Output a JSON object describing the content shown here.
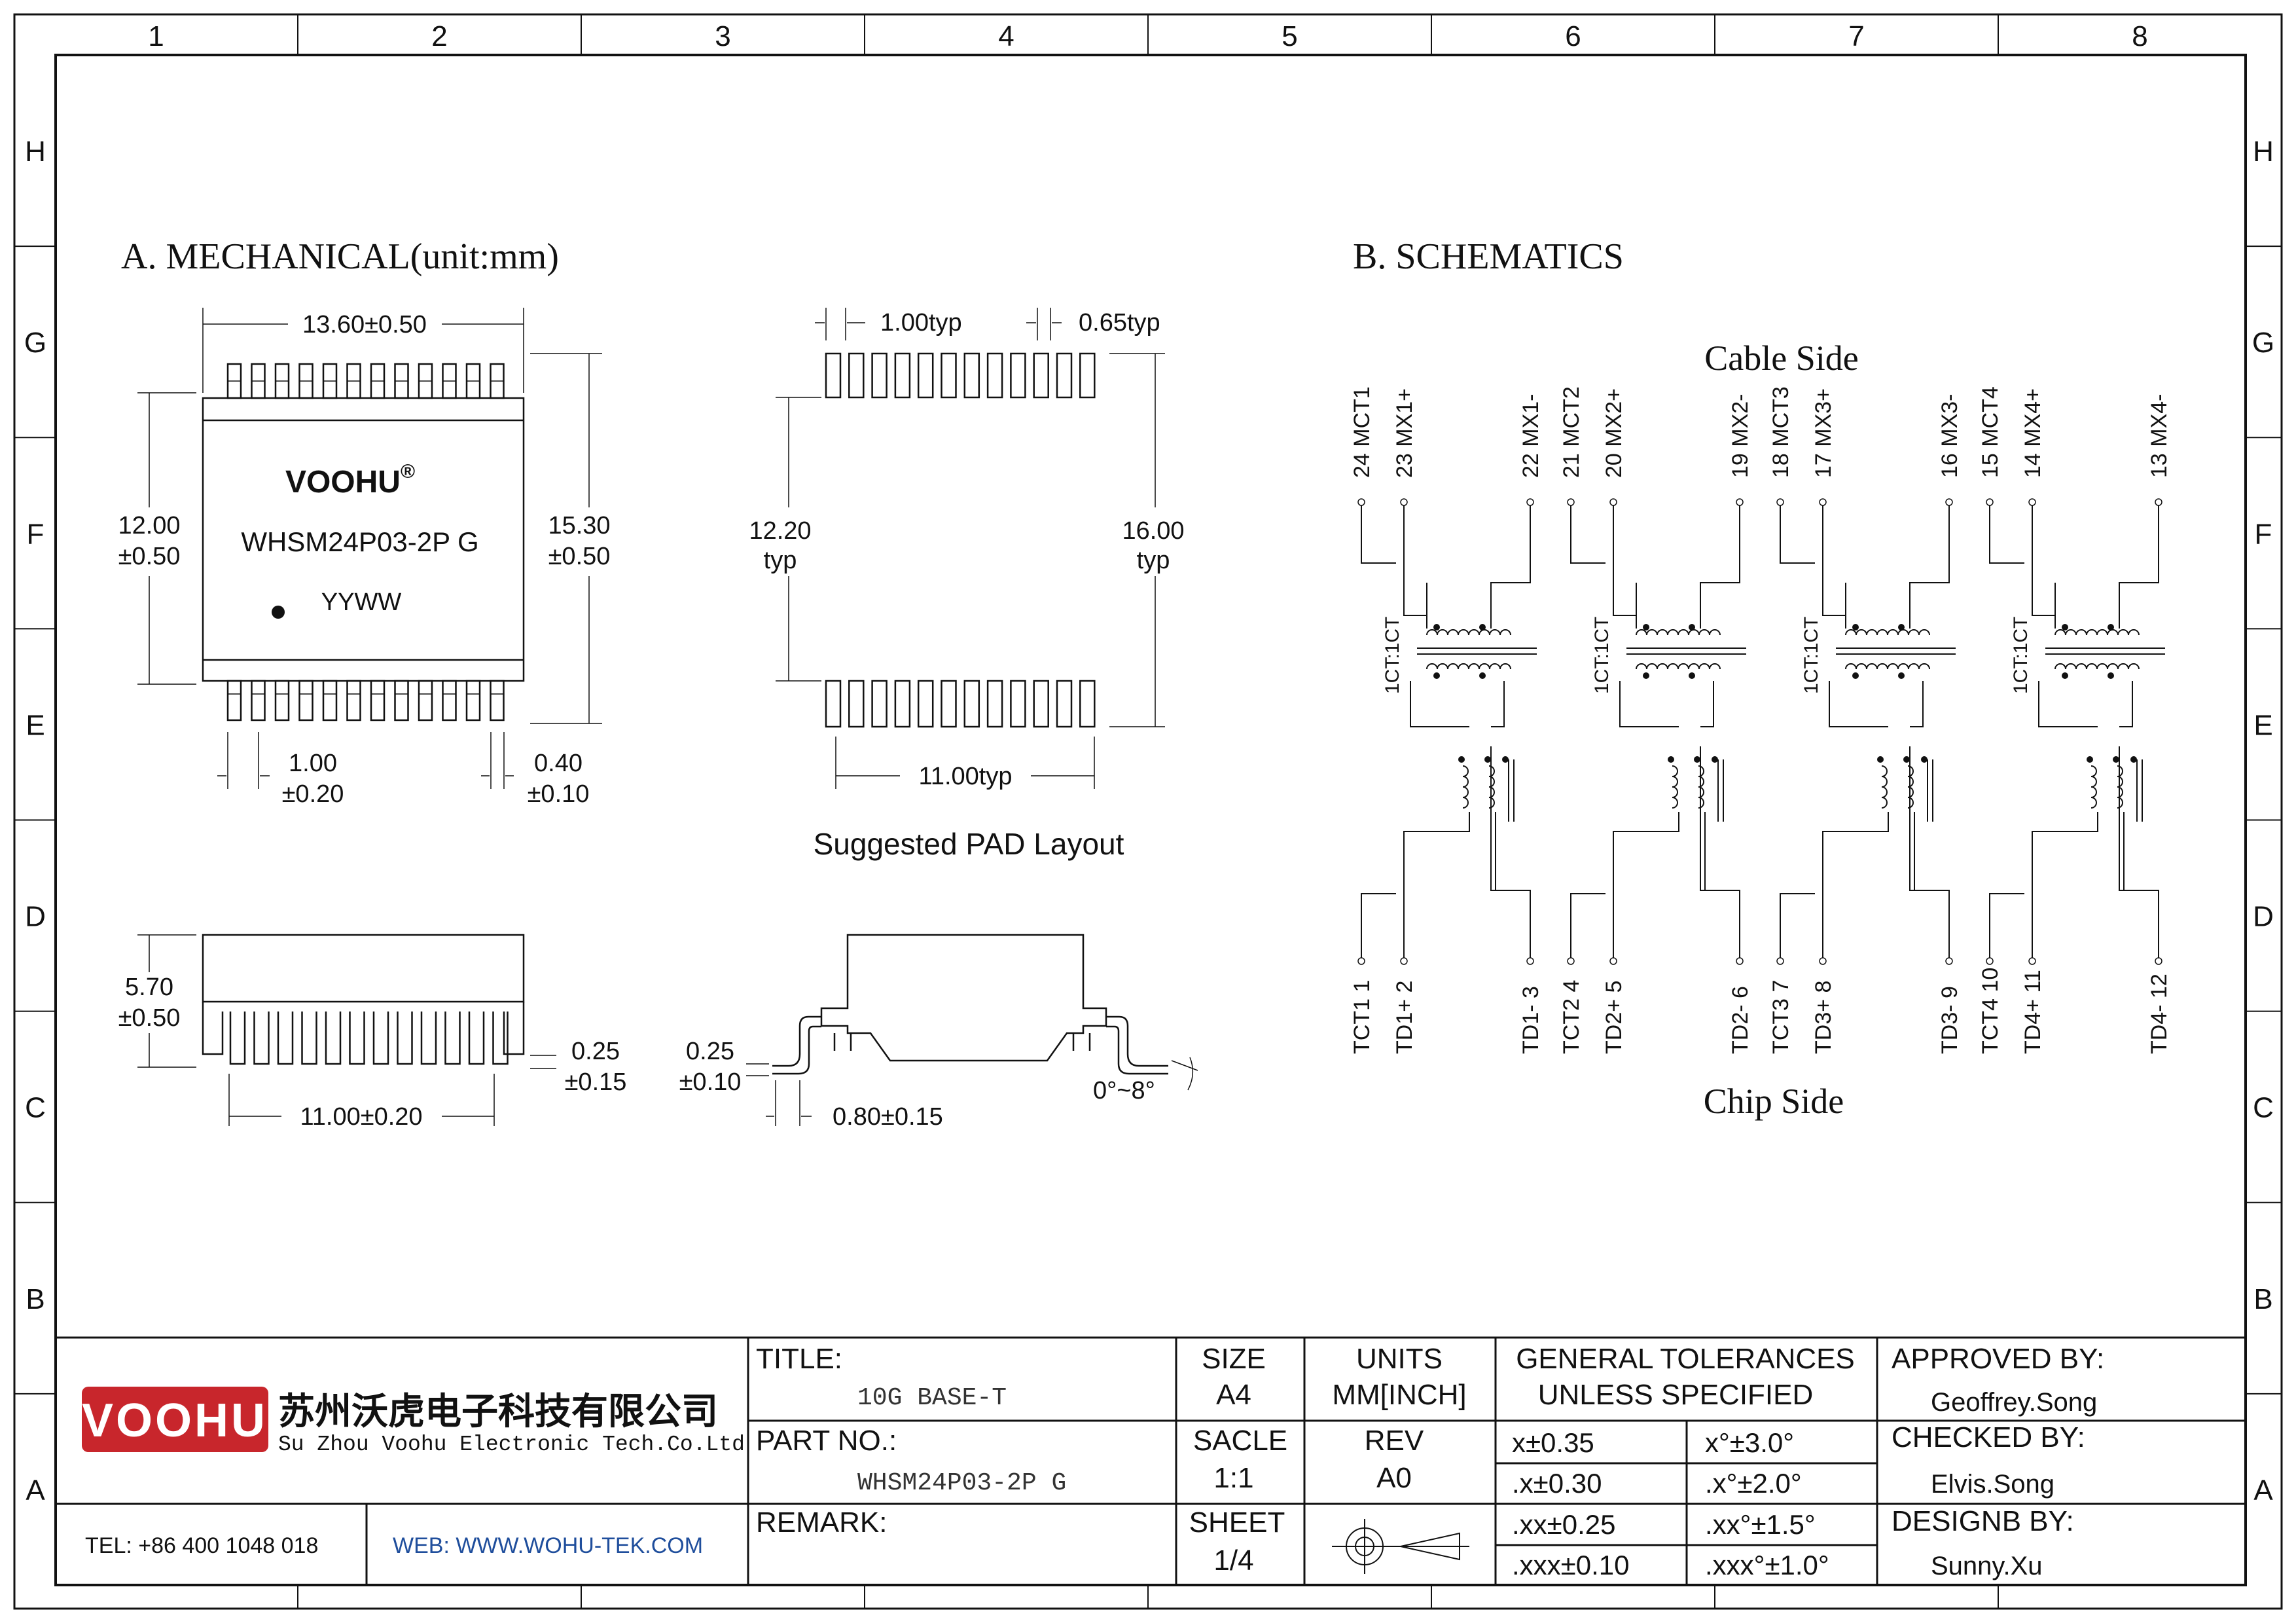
{
  "frame": {
    "columns": [
      "1",
      "2",
      "3",
      "4",
      "5",
      "6",
      "7",
      "8"
    ],
    "rows": [
      "H",
      "G",
      "F",
      "E",
      "D",
      "C",
      "B",
      "A"
    ]
  },
  "mechanical": {
    "heading": "A. MECHANICAL(unit:mm)",
    "top_width": "13.60±0.50",
    "height_left": [
      "12.00",
      "±0.50"
    ],
    "height_right": [
      "15.30",
      "±0.50"
    ],
    "pitch": [
      "1.00",
      "±0.20"
    ],
    "lead_width": [
      "0.40",
      "±0.10"
    ],
    "logo": "VOOHU",
    "logo_mark": "®",
    "part": "WHSM24P03-2P G",
    "date_code": "YYWW",
    "side_height": [
      "5.70",
      "±0.50"
    ],
    "side_lead": [
      "0.25",
      "±0.15"
    ],
    "side_span": "11.00±0.20",
    "pad_pitch": "1.00typ",
    "pad_width": "0.65typ",
    "pad_inner": [
      "12.20",
      "typ"
    ],
    "pad_outer": [
      "16.00",
      "typ"
    ],
    "pad_span": "11.00typ",
    "pad_caption": "Suggested PAD Layout",
    "lead_thick": [
      "0.25",
      "±0.10"
    ],
    "foot_length": "0.80±0.15",
    "foot_angle": "0°~8°"
  },
  "schematics": {
    "heading": "B. SCHEMATICS",
    "cable_side": "Cable Side",
    "chip_side": "Chip Side",
    "ratio": "1CT:1CT",
    "top_pins": [
      [
        "24",
        "MCT1"
      ],
      [
        "23",
        "MX1+"
      ],
      [
        "22",
        "MX1-"
      ],
      [
        "21",
        "MCT2"
      ],
      [
        "20",
        "MX2+"
      ],
      [
        "19",
        "MX2-"
      ],
      [
        "18",
        "MCT3"
      ],
      [
        "17",
        "MX3+"
      ],
      [
        "16",
        "MX3-"
      ],
      [
        "15",
        "MCT4"
      ],
      [
        "14",
        "MX4+"
      ],
      [
        "13",
        "MX4-"
      ]
    ],
    "bottom_pins": [
      [
        "TCT1",
        "1"
      ],
      [
        "TD1+",
        "2"
      ],
      [
        "TD1-",
        "3"
      ],
      [
        "TCT2",
        "4"
      ],
      [
        "TD2+",
        "5"
      ],
      [
        "TD2-",
        "6"
      ],
      [
        "TCT3",
        "7"
      ],
      [
        "TD3+",
        "8"
      ],
      [
        "TD3-",
        "9"
      ],
      [
        "TCT4",
        "10"
      ],
      [
        "TD4+",
        "11"
      ],
      [
        "TD4-",
        "12"
      ]
    ]
  },
  "title_block": {
    "company_logo": "VOOHU",
    "company_cn": "苏州沃虎电子科技有限公司",
    "company_en": "Su Zhou Voohu Electronic Tech.Co.Ltd",
    "tel": "TEL: +86 400 1048 018",
    "web": "WEB: WWW.WOHU-TEK.COM",
    "title_label": "TITLE:",
    "title_value": "10G BASE-T",
    "part_label": "PART NO.:",
    "part_value": "WHSM24P03-2P G",
    "remark_label": "REMARK:",
    "size_label": "SIZE",
    "size_value": "A4",
    "units_label": "UNITS",
    "units_value": "MM[INCH]",
    "scale_label": "SACLE",
    "scale_value": "1:1",
    "rev_label": "REV",
    "rev_value": "A0",
    "sheet_label": "SHEET",
    "sheet_value": "1/4",
    "tol_label_1": "GENERAL TOLERANCES",
    "tol_label_2": "UNLESS SPECIFIED",
    "tol_values": [
      [
        "x±0.35",
        "x°±3.0°"
      ],
      [
        ".x±0.30",
        ".x°±2.0°"
      ],
      [
        ".xx±0.25",
        ".xx°±1.5°"
      ],
      [
        ".xxx±0.10",
        ".xxx°±1.0°"
      ]
    ],
    "approved_label": "APPROVED BY:",
    "approved_value": "Geoffrey.Song",
    "checked_label": "CHECKED BY:",
    "checked_value": "Elvis.Song",
    "designed_label": "DESIGNB BY:",
    "designed_value": "Sunny.Xu",
    "brand_color": "#c8262c",
    "web_color": "#1f4e9c"
  }
}
